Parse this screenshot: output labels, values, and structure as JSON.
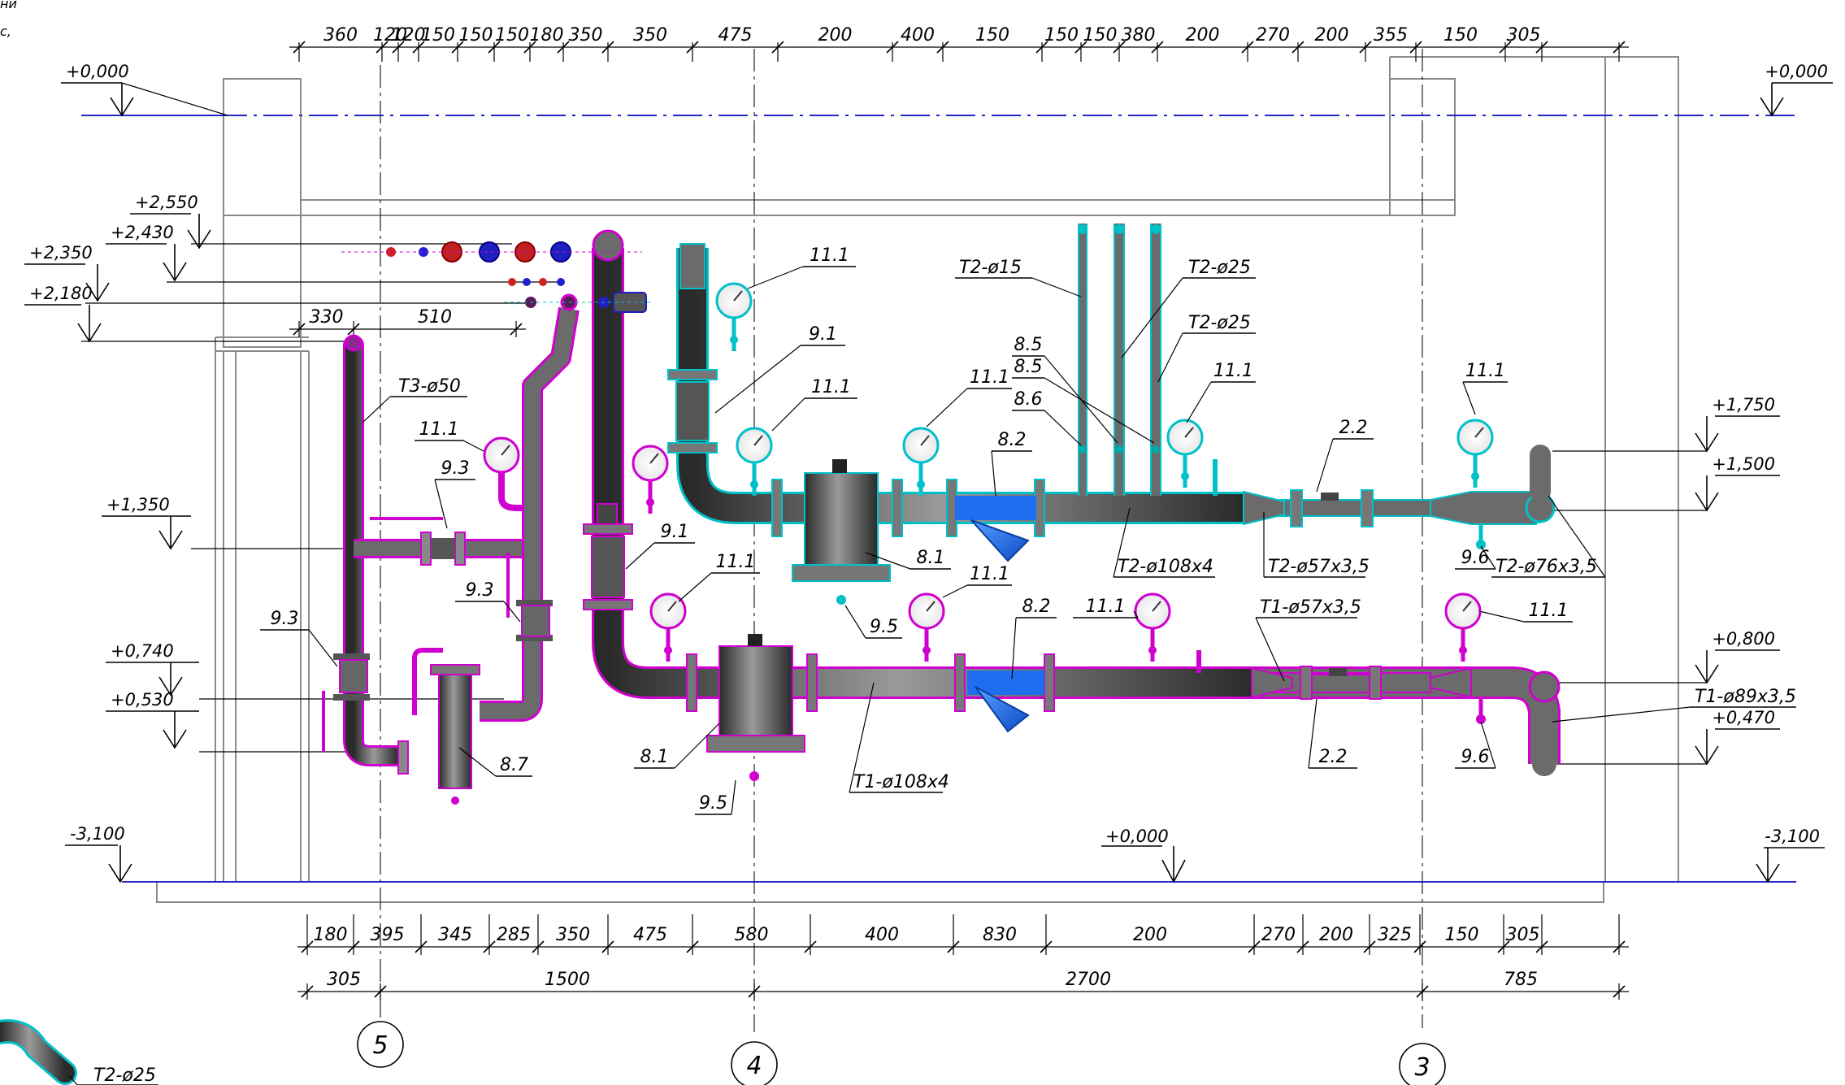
{
  "corner_text": [
    "ни",
    "с,"
  ],
  "levels_left": [
    "+0,000",
    "+2,550",
    "+2,430",
    "+2,350",
    "+2,180",
    "+1,350",
    "+0,740",
    "+0,530",
    "-3,100"
  ],
  "levels_right": [
    "+0,000",
    "+1,750",
    "+1,500",
    "+0,800",
    "+0,470",
    "-3,100"
  ],
  "level_center": "+0,000",
  "dims_top": [
    "360",
    "120",
    "120",
    "150",
    "150",
    "150",
    "180",
    "350",
    "350",
    "475",
    "200",
    "400",
    "150",
    "150",
    "150",
    "380",
    "200",
    "270",
    "200",
    "355",
    "150",
    "305"
  ],
  "dims_left_small": [
    "330",
    "510"
  ],
  "dims_bottom_1": [
    "180",
    "395",
    "345",
    "285",
    "350",
    "475",
    "580",
    "400",
    "830",
    "200",
    "270",
    "200",
    "325",
    "150",
    "305"
  ],
  "dims_bottom_2": [
    "305",
    "1500",
    "2700",
    "785"
  ],
  "axes": [
    "5",
    "4",
    "3"
  ],
  "pipes": {
    "t3": "Т3-ø50",
    "t2_15": "Т2-ø15",
    "t2_25a": "Т2-ø25",
    "t2_25b": "Т2-ø25",
    "t2_108": "Т2-ø108х4",
    "t2_57": "Т2-ø57х3,5",
    "t2_76": "Т2-ø76х3,5",
    "t1_57": "Т1-ø57х3,5",
    "t1_108": "Т1-ø108х4",
    "t1_89": "Т1-ø89х3,5",
    "corner": "Т2-ø25"
  },
  "callouts": {
    "g111": "11.1",
    "v91": "9.1",
    "v93": "9.3",
    "f81": "8.1",
    "f82": "8.2",
    "v85": "8.5",
    "v86": "8.6",
    "f87": "8.7",
    "v95": "9.5",
    "v96": "9.6",
    "m22": "2.2"
  },
  "colors": {
    "supply": "#d000d0",
    "return": "#00c0c8",
    "strainer": "#1e6ef0",
    "pipe_body": "#6b6b6b",
    "level_line": "#2424c8"
  }
}
